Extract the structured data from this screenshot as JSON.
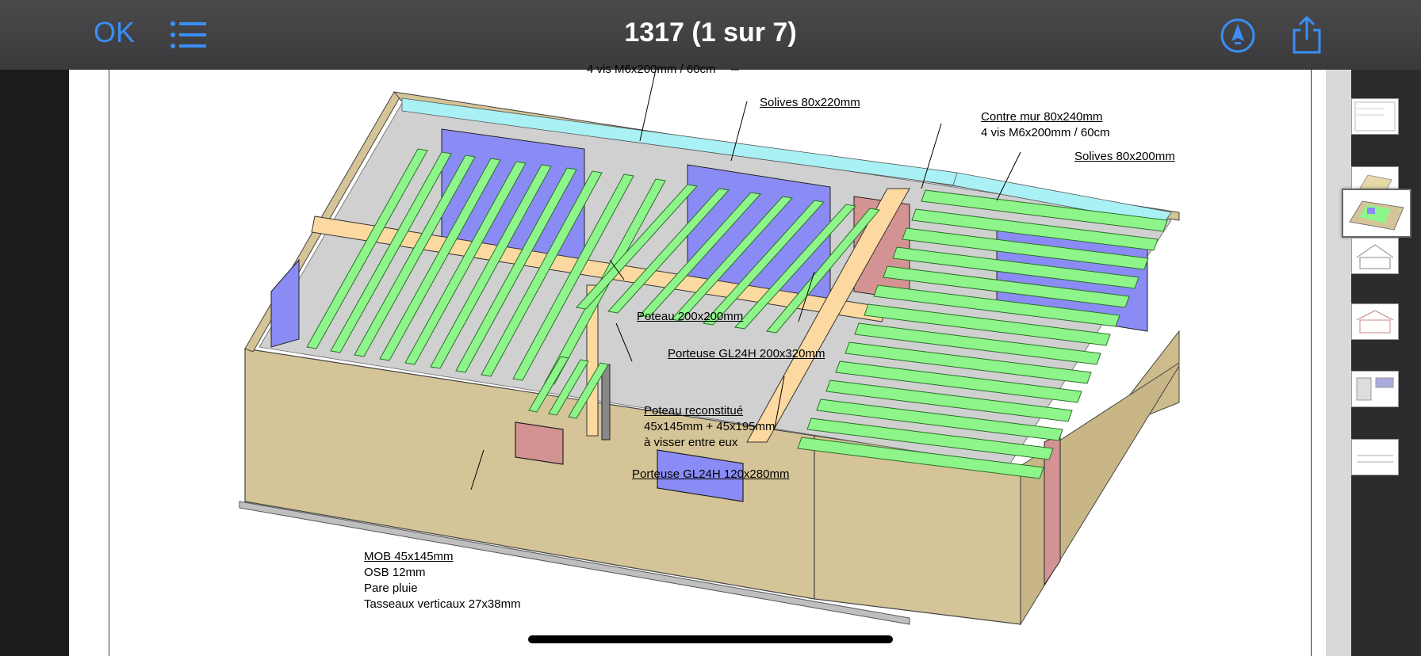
{
  "header": {
    "ok_label": "OK",
    "title": "1317 (1 sur 7)"
  },
  "icons": {
    "list": "list-icon",
    "markup": "markup-pen-icon",
    "share": "share-icon"
  },
  "colors": {
    "accent": "#3a8ef6",
    "joist": "#8ef58a",
    "beam": "#fcd9a0",
    "wall": "#d5c497",
    "window": "#8b8bf5",
    "door": "#d49393",
    "insulation": "#a9f1f5"
  },
  "annotations": {
    "top_partial": "4 vis M6x200mm / 60cm",
    "solives_220": "Solives 80x220mm",
    "contre_mur_1": "Contre mur 80x240mm",
    "contre_mur_2": "4 vis M6x200mm / 60cm",
    "solives_200": "Solives 80x200mm",
    "poteau": "Poteau 200x200mm",
    "porteuse_320": "Porteuse GL24H 200x320mm",
    "poteau_recon_1": "Poteau reconstitué",
    "poteau_recon_2": "45x145mm + 45x195mm",
    "poteau_recon_3": "à visser entre eux",
    "porteuse_280": "Porteuse GL24H 120x280mm",
    "mob_1": "MOB 45x145mm",
    "mob_2": "OSB 12mm",
    "mob_3": "Pare pluie",
    "mob_4": "Tasseaux verticaux 27x38mm"
  },
  "thumbnails": [
    {
      "page": 1
    },
    {
      "page": 2
    },
    {
      "page": 3
    },
    {
      "page": 4
    },
    {
      "page": 5
    },
    {
      "page": 6
    },
    {
      "page": 7
    }
  ]
}
